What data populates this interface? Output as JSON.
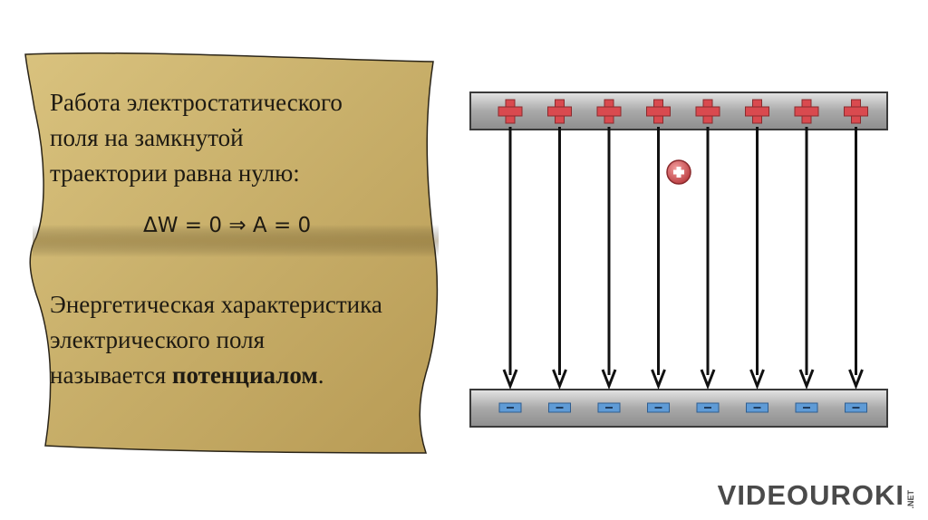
{
  "statement": {
    "line1": "Работа электростатического",
    "line2": "поля на замкнутой",
    "line3": "траектории равна нулю:"
  },
  "formula": "ΔW = 0 ⇒ A = 0",
  "definition": {
    "line1": "Энергетическая характеристика",
    "line2": "электрического поля",
    "line3_prefix": "называется ",
    "line3_bold": "потенциалом",
    "line3_suffix": "."
  },
  "diagram": {
    "positive_charge_count": 8,
    "negative_charge_count": 8,
    "field_line_count": 8,
    "test_charge_sign": "+",
    "plus_color": "#d94a4f",
    "minus_color": "#5f9bd6"
  },
  "logo": {
    "text": "VIDEOUROKI",
    "suffix": ".NET"
  }
}
